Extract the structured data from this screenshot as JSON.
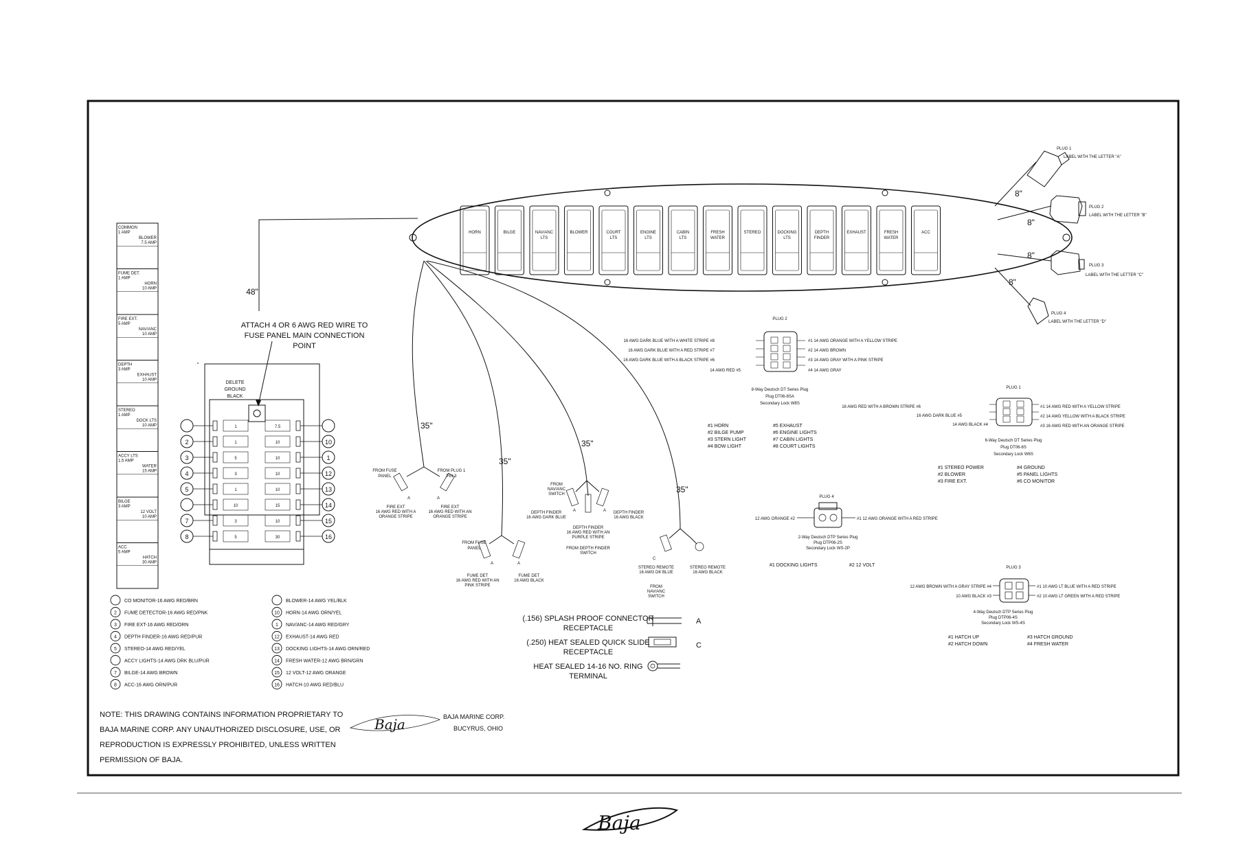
{
  "breaker_panel": [
    {
      "top": "COMMON",
      "top2": "1 AMP",
      "bot": "BLOWER",
      "bot2": "7.5 AMP"
    },
    {
      "top": "FUME DET.",
      "top2": "1 AMP",
      "bot": "HORN",
      "bot2": "10 AMP"
    },
    {
      "top": "FIRE EXT.",
      "top2": "5 AMP",
      "bot": "NAV/ANC",
      "bot2": "10 AMP"
    },
    {
      "top": "DEPTH",
      "top2": "3 AMP",
      "bot": "EXHAUST",
      "bot2": "10 AMP"
    },
    {
      "top": "STEREO",
      "top2": "1 AMP",
      "bot": "DOCK LTS",
      "bot2": "10 AMP"
    },
    {
      "top": "ACCY LTS",
      "top2": "1.5 AMP",
      "bot": "WATER",
      "bot2": "15 AMP"
    },
    {
      "top": "BILGE",
      "top2": "3 AMP",
      "bot": "12 VOLT",
      "bot2": "10 AMP"
    },
    {
      "top": "ACC",
      "top2": "5 AMP",
      "bot": "HATCH",
      "bot2": "30 AMP"
    }
  ],
  "dim_48": "48\"",
  "dim_35": "35\"",
  "dim_8": "8\"",
  "attach_note": [
    "ATTACH 4 OR 6 AWG RED WIRE TO",
    "FUSE PANEL MAIN CONNECTION",
    "POINT"
  ],
  "delete_ground": [
    "DELETE",
    "GROUND",
    "BLACK"
  ],
  "fuse_left_circles": [
    "",
    "2",
    "3",
    "4",
    "5",
    "",
    "7",
    "8"
  ],
  "fuse_right_circles": [
    "",
    "10",
    "1",
    "12",
    "13",
    "14",
    "15",
    "16"
  ],
  "fuse_left_values": [
    "1",
    "1",
    "5",
    "3",
    "1",
    "10",
    "3",
    "5"
  ],
  "fuse_right_values": [
    "7.5",
    "10",
    "10",
    "10",
    "10",
    "15",
    "10",
    "30"
  ],
  "switches": [
    "HORN",
    "BILGE",
    "NAV/ANC LTS",
    "BLOWER",
    "COURT LTS",
    "ENGINE LTS",
    "CABIN LTS",
    "FRESH WATER",
    "STEREO",
    "DOCKING LTS",
    "DEPTH FINDER",
    "EXHAUST",
    "FRESH WATER",
    "ACC"
  ],
  "plug_labels": {
    "p1": [
      "PLUG 1",
      "LABEL WITH THE LETTER \"A\""
    ],
    "p2": [
      "PLUG 2",
      "LABEL WITH THE LETTER \"B\""
    ],
    "p3": [
      "PLUG 3",
      "LABEL WITH THE LETTER \"C\""
    ],
    "p4": [
      "PLUG 4",
      "LABEL WITH THE LETTER \"D\""
    ]
  },
  "plug2": {
    "title": "PLUG 2",
    "left": [
      "16 AWG DARK BLUE WITH A WHITE STRIPE #8",
      "16 AWG DARK BLUE WITH A RED STRIPE #7",
      "16 AWG DARK BLUE WITH A BLACK STRIPE #6",
      "14 AWG RED #5"
    ],
    "right": [
      "#1 14 AWG ORANGE WITH A YELLOW STRIPE",
      "#2 14 AWG BROWN",
      "#3 14 AWG GRAY WITH A PINK STRIPE",
      "#4 14 AWG GRAY"
    ],
    "spec": [
      "8-Way Deutsch DT Series Plug",
      "Plug DT06-8SA",
      "Secondary Lock W8S"
    ],
    "legend_a": [
      "#1 HORN",
      "#2 BILGE PUMP",
      "#3 STERN LIGHT",
      "#4 BOW LIGHT"
    ],
    "legend_b": [
      "#5 EXHAUST",
      "#6 ENGINE LIGHTS",
      "#7 CABIN LIGHTS",
      "#8 COURT LIGHTS"
    ]
  },
  "plug1": {
    "title": "PLUG 1",
    "left": [
      "16 AWG RED WITH A BROWN STRIPE #6",
      "16 AWG DARK BLUE #5",
      "14 AWG BLACK #4"
    ],
    "right": [
      "#1 14 AWG RED WITH A YELLOW STRIPE",
      "#2 14 AWG YELLOW WITH A BLACK STRIPE",
      "#3 16 AWG RED WITH AN ORANGE STRIPE"
    ],
    "spec": [
      "6-Way Deutsch DT Series Plug",
      "Plug DT06-6S",
      "Secondary Lock W6S"
    ],
    "legend_a": [
      "#1 STEREO POWER",
      "#2 BLOWER",
      "#3 FIRE EXT."
    ],
    "legend_b": [
      "#4 GROUND",
      "#5 PANEL LIGHTS",
      "#6 CO MONITOR"
    ]
  },
  "plug4": {
    "title": "PLUG 4",
    "left": "12 AWG ORANGE #2",
    "right": "#1 12 AWG ORANGE WITH A RED STRIPE",
    "spec": [
      "2-Way Deutsch DTP Series Plug",
      "Plug DTP06-2S",
      "Secondary Lock WS-2P"
    ],
    "legend_a": "#1 DOCKING LIGHTS",
    "legend_b": "#2 12 VOLT"
  },
  "plug3": {
    "title": "PLUG 3",
    "left": [
      "12 AWG BROWN WITH A GRAY STRIPE #4",
      "10 AWG BLACK #3"
    ],
    "right": [
      "#1 10 AWG LT BLUE WITH A RED STRIPE",
      "#2 10 AWG LT GREEN WITH A RED STRIPE"
    ],
    "spec": [
      "4-Way Deutsch DTP Series Plug",
      "Plug DTP06-4S",
      "Secondary Lock WS-4S"
    ],
    "legend_a": [
      "#1 HATCH UP",
      "#2 HATCH DOWN"
    ],
    "legend_b": [
      "#3 HATCH GROUND",
      "#4 FRESH WATER"
    ]
  },
  "harness": {
    "h1_left": [
      "FROM FUSE",
      "PANEL"
    ],
    "h1_right": [
      "FROM PLUG 1",
      "PIN 3"
    ],
    "h1_bl": [
      "FIRE EXT",
      "16 AWG RED WITH A",
      "ORANGE STRIPE"
    ],
    "h1_br": [
      "FIRE EXT",
      "16 AWG RED WITH AN",
      "ORANGE STRIPE"
    ],
    "h2_top": [
      "FROM FUSE",
      "PANEL"
    ],
    "h2_bl": [
      "FUME DET",
      "16 AWG RED WITH AN",
      "PINK STRIPE"
    ],
    "h2_br": [
      "FUME DET",
      "16 AWG BLACK"
    ],
    "h3_top": [
      "FROM",
      "NAV/ANC",
      "SWITCH"
    ],
    "h3_bl": [
      "DEPTH FINDER",
      "16 AWG DARK BLUE"
    ],
    "h3_br": [
      "DEPTH FINDER",
      "16 AWG BLACK"
    ],
    "h3_mid": [
      "DEPTH FINDER",
      "16 AWG RED WITH AN",
      "PURPLE STRIPE"
    ],
    "h3_bot": [
      "FROM DEPTH FINDER",
      "SWITCH"
    ],
    "h4_bl": [
      "STEREO REMOTE",
      "16 AWG DK BLUE"
    ],
    "h4_br": [
      "STEREO REMOTE",
      "16 AWG BLACK"
    ],
    "h4_bot": [
      "FROM",
      "NAV/ANC",
      "SWITCH"
    ],
    "letter_a": "A",
    "letter_c": "C"
  },
  "wire_legend_left": [
    {
      "n": "",
      "t": "CO MONITOR-16 AWG RED/BRN"
    },
    {
      "n": "2",
      "t": "FUME DETECTOR-16 AWG RED/PNK"
    },
    {
      "n": "3",
      "t": "FIRE EXT-16 AWG RED/ORN"
    },
    {
      "n": "4",
      "t": "DEPTH FINDER-16 AWG RED/PUR"
    },
    {
      "n": "5",
      "t": "STEREO-14 AWG RED/YEL"
    },
    {
      "n": "",
      "t": "ACCY LIGHTS-14 AWG DRK BLU/PUR"
    },
    {
      "n": "7",
      "t": "BILGE-14 AWG BROWN"
    },
    {
      "n": "8",
      "t": "ACC-16 AWG ORN/PUR"
    }
  ],
  "wire_legend_right": [
    {
      "n": "",
      "t": "BLOWER-14 AWG YEL/BLK"
    },
    {
      "n": "10",
      "t": "HORN-14 AWG ORN/YEL"
    },
    {
      "n": "1",
      "t": "NAV/ANC-14 AWG RED/GRY"
    },
    {
      "n": "12",
      "t": "EXHAUST-14 AWG RED"
    },
    {
      "n": "13",
      "t": "DOCKING LIGHTS-14 AWG ORN/RED"
    },
    {
      "n": "14",
      "t": "FRESH WATER-12 AWG BRN/GRN"
    },
    {
      "n": "15",
      "t": "12 VOLT-12 AWG ORANGE"
    },
    {
      "n": "16",
      "t": "HATCH-10 AWG RED/BLU"
    }
  ],
  "connector_legend": [
    {
      "t1": "(.156) SPLASH PROOF CONNECTOR",
      "t2": "RECEPTACLE",
      "letter": "A"
    },
    {
      "t1": "(.250) HEAT SEALED QUICK SLIDE",
      "t2": "RECEPTACLE",
      "letter": "C"
    },
    {
      "t1": "HEAT SEALED 14-16 NO. RING",
      "t2": "TERMINAL",
      "letter": ""
    }
  ],
  "note": [
    "NOTE: THIS DRAWING CONTAINS INFORMATION PROPRIETARY TO",
    "BAJA MARINE CORP. ANY UNAUTHORIZED DISCLOSURE, USE, OR",
    "REPRODUCTION IS EXPRESSLY PROHIBITED, UNLESS WRITTEN",
    "PERMISSION OF BAJA."
  ],
  "company": [
    "BAJA MARINE CORP.",
    "BUCYRUS, OHIO"
  ],
  "logo_text": "Baja"
}
